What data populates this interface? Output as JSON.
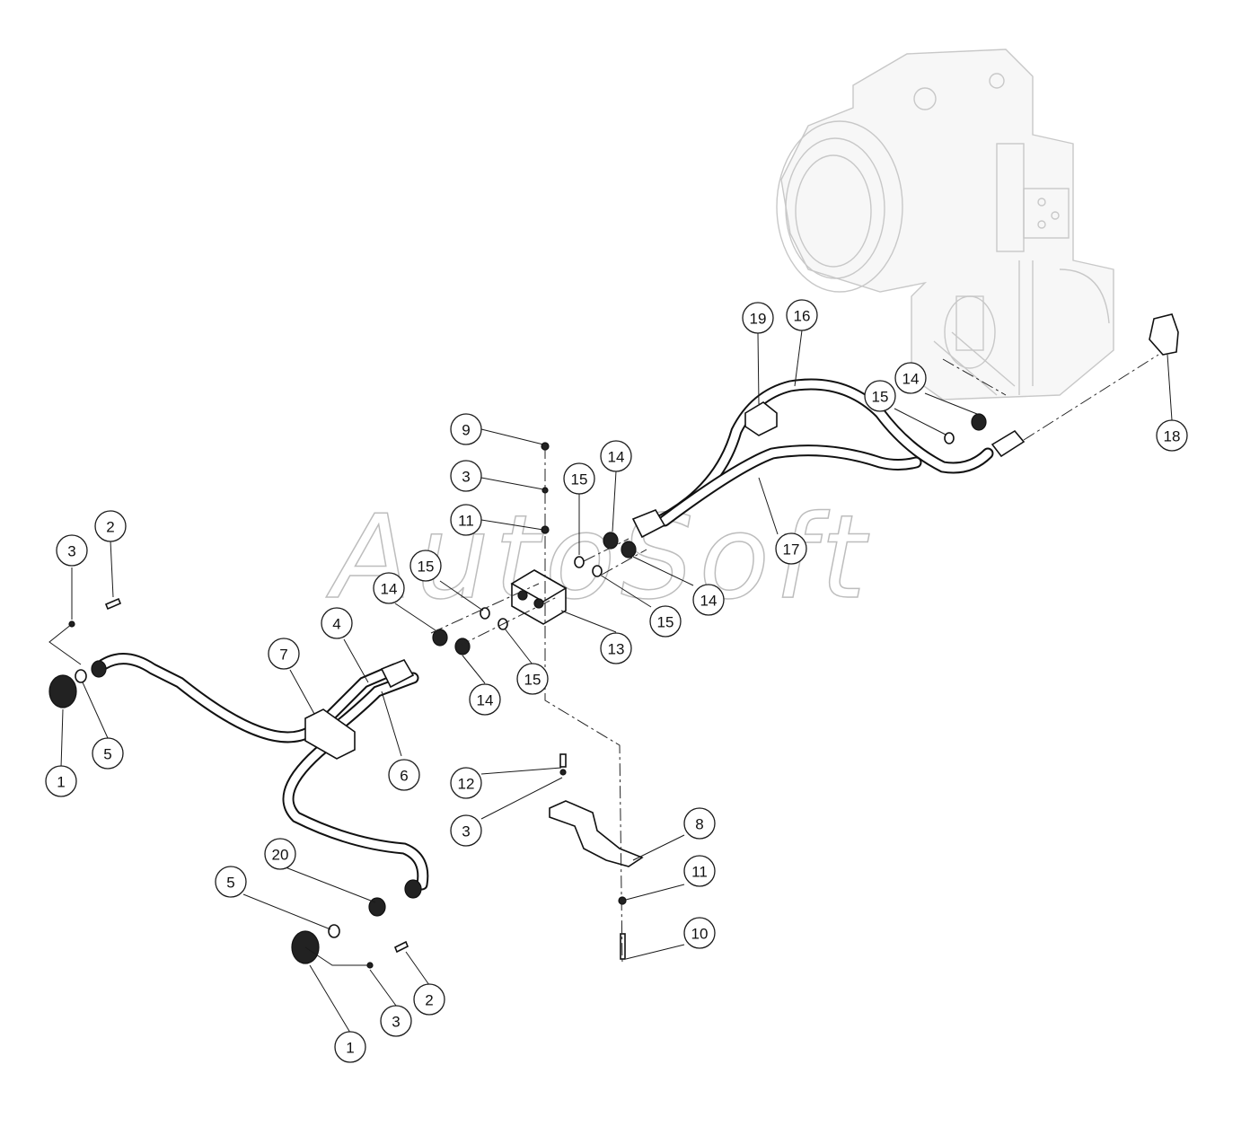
{
  "watermark": "AutoSoft",
  "callouts": [
    {
      "label": "1"
    },
    {
      "label": "1"
    },
    {
      "label": "2"
    },
    {
      "label": "2"
    },
    {
      "label": "3"
    },
    {
      "label": "3"
    },
    {
      "label": "3"
    },
    {
      "label": "3"
    },
    {
      "label": "4"
    },
    {
      "label": "5"
    },
    {
      "label": "5"
    },
    {
      "label": "6"
    },
    {
      "label": "7"
    },
    {
      "label": "8"
    },
    {
      "label": "9"
    },
    {
      "label": "10"
    },
    {
      "label": "11"
    },
    {
      "label": "11"
    },
    {
      "label": "12"
    },
    {
      "label": "13"
    },
    {
      "label": "14"
    },
    {
      "label": "14"
    },
    {
      "label": "14"
    },
    {
      "label": "14"
    },
    {
      "label": "14"
    },
    {
      "label": "15"
    },
    {
      "label": "15"
    },
    {
      "label": "15"
    },
    {
      "label": "15"
    },
    {
      "label": "15"
    },
    {
      "label": "16"
    },
    {
      "label": "17"
    },
    {
      "label": "18"
    },
    {
      "label": "19"
    },
    {
      "label": "20"
    }
  ]
}
